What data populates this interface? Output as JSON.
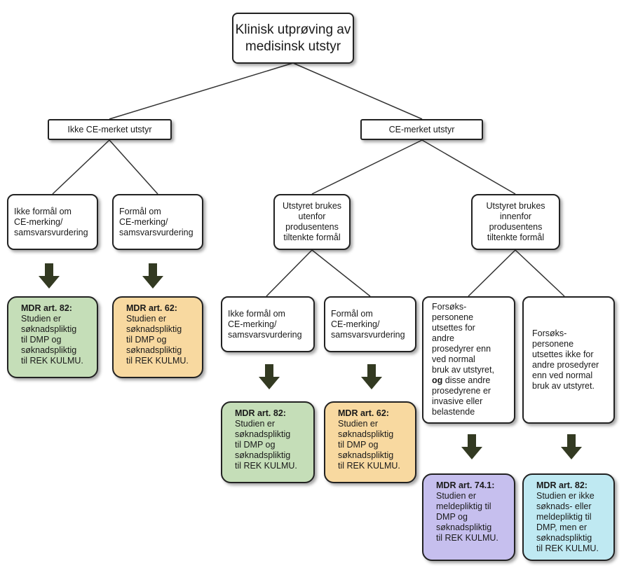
{
  "root": "Klinisk utprøving av\nmedisinsk utstyr",
  "branches": {
    "not_ce": "Ikke CE-merket utstyr",
    "ce": "CE-merket  utstyr"
  },
  "not_ce_children": {
    "left": "Ikke formål om\nCE-merking/\nsamsvarsvurdering",
    "right": "Formål om\nCE-merking/\nsamsvarsvurdering"
  },
  "ce_children": {
    "outside": "Utstyret brukes\nutenfor\nprodusentens\ntiltenkte formål",
    "inside": "Utstyret brukes\ninnenfor\nprodusentens\ntiltenkte formål"
  },
  "outside_children": {
    "left": "Ikke formål om\nCE-merking/\nsamsvarsvurdering",
    "right": "Formål om\nCE-merking/\nsamsvarsvurdering"
  },
  "inside_children": {
    "left_a": "Forsøks-\npersonene\nutsettes for\nandre\nprosedyrer enn\nved normal\nbruk av utstyret,",
    "left_bold": "og",
    "left_b": " disse andre\nprosedyrene er\ninvasive eller\nbelastende",
    "right": "Forsøks-\npersonene\nutsettes ikke for\nandre prosedyrer\nenn ved normal\nbruk av utstyret."
  },
  "results": {
    "r1": {
      "title": "MDR art. 82:",
      "body": "Studien er\nsøknadspliktig\ntil DMP og\nsøknadspliktig\ntil REK KULMU.",
      "color": "#c5deb8"
    },
    "r2": {
      "title": "MDR art. 62:",
      "body": "Studien er\nsøknadspliktig\ntil DMP og\nsøknadspliktig\ntil REK KULMU.",
      "color": "#f8d9a0"
    },
    "r3": {
      "title": "MDR art. 82:",
      "body": "Studien er\nsøknadspliktig\ntil DMP og\nsøknadspliktig\ntil REK KULMU.",
      "color": "#c5deb8"
    },
    "r4": {
      "title": "MDR art. 62:",
      "body": "Studien er\nsøknadspliktig\ntil DMP og\nsøknadspliktig\ntil REK KULMU.",
      "color": "#f8d9a0"
    },
    "r5": {
      "title": "MDR art. 74.1:",
      "body": "Studien er\nmeldepliktig til\nDMP og\nsøknadspliktig\ntil REK KULMU.",
      "color": "#c6bfee"
    },
    "r6": {
      "title": "MDR art. 82:",
      "body": "Studien er ikke\nsøknads- eller\nmeldepliktig til\nDMP, men er\nsøknadspliktig\ntil REK KULMU.",
      "color": "#bfe9f2"
    }
  },
  "colors": {
    "line": "#333333",
    "arrow": "#333a22"
  }
}
